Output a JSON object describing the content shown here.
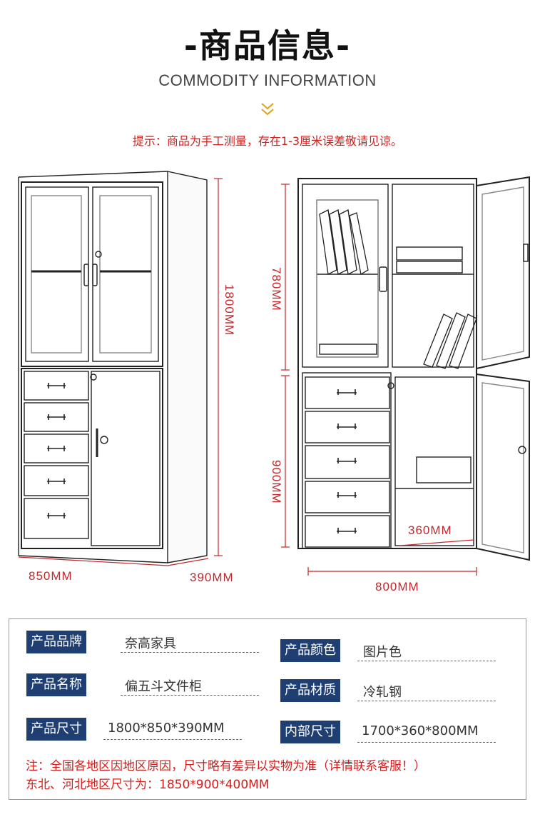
{
  "header": {
    "title": "-商品信息-",
    "subtitle": "COMMODITY INFORMATION",
    "notice": "提示：商品为手工测量，存在1-3厘米误差敬请见谅。"
  },
  "dimensions": {
    "left_height": "1800MM",
    "left_width": "850MM",
    "left_depth": "390MM",
    "right_upper": "780MM",
    "right_lower": "900MM",
    "right_width": "800MM",
    "right_depth": "360MM"
  },
  "specs": [
    {
      "label": "产品品牌",
      "value": "奈高家具"
    },
    {
      "label": "产品颜色",
      "value": "图片色"
    },
    {
      "label": "产品名称",
      "value": "偏五斗文件柜"
    },
    {
      "label": "产品材质",
      "value": "冷轧钢"
    },
    {
      "label": "产品尺寸",
      "value": "1800*850*390MM"
    },
    {
      "label": "内部尺寸",
      "value": "1700*360*800MM"
    }
  ],
  "notes": {
    "line1": "注：全国各地区因地区原因，尺寸略有差异以实物为准（详情联系客服！）",
    "line2": "东北、河北地区尺寸为：1850*900*400MM"
  },
  "colors": {
    "accent_red": "#d0201e",
    "label_blue": "#1f3f73",
    "chevron_gold": "#e0a21a"
  },
  "icons": [
    "chevron-down-icon",
    "key-lock-icon",
    "drawer-handle-icon"
  ]
}
